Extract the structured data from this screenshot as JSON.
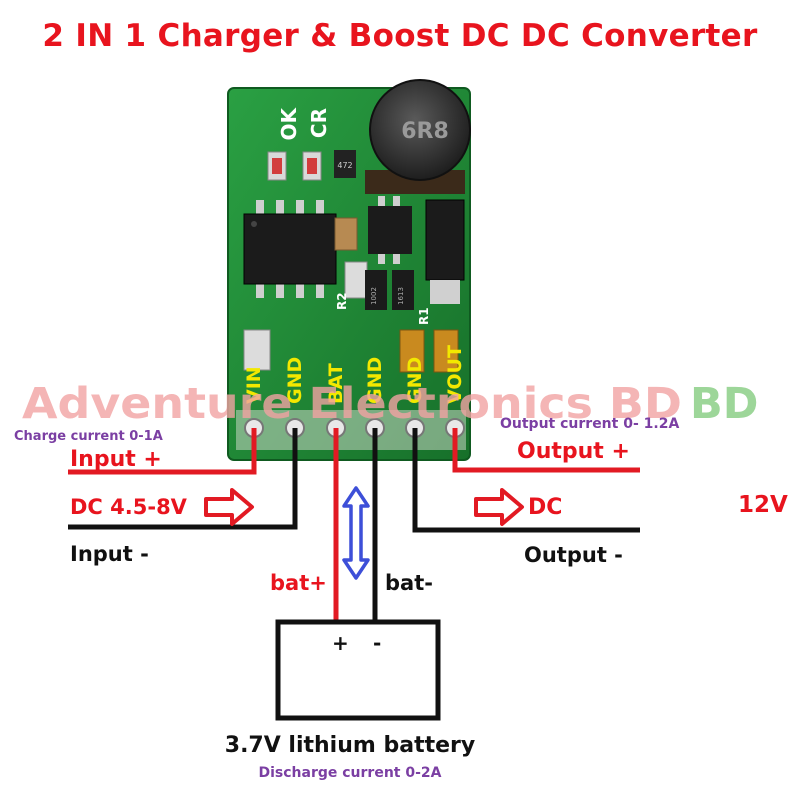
{
  "title": "2 IN 1 Charger & Boost DC DC Converter",
  "watermark": "Adventure Electronics BD",
  "board": {
    "pins": [
      "VIN",
      "GND",
      "BAT",
      "GND",
      "GND",
      "VOUT"
    ],
    "leds": [
      "OK",
      "CR"
    ],
    "inductor_label": "6R8",
    "chip_label": "472",
    "resistor_labels": [
      "R2",
      "R1"
    ],
    "smd_codes": [
      "1002",
      "1613"
    ]
  },
  "left": {
    "charge_current": "Charge current 0-1A",
    "input_plus": "Input +",
    "dc_range": "DC 4.5-8V",
    "input_minus": "Input -"
  },
  "right": {
    "output_current": "Output current 0- 1.2A",
    "output_plus": "Output +",
    "dc": "DC",
    "voltage": "12V",
    "output_minus": "Output -"
  },
  "battery": {
    "plus_wire": "bat+",
    "minus_wire": "bat-",
    "plus_sign": "+",
    "minus_sign": "-",
    "label": "3.7V lithium battery",
    "discharge": "Discharge current 0-2A"
  },
  "colors": {
    "red": "#e8141e",
    "wire_red": "#e21a23",
    "purple": "#7b3fa3",
    "pcb_green": "#1f8a35",
    "pin_yellow": "#f3e800",
    "arrow_blue": "#3d4fd8",
    "watermark_pink": "#f2a3a3",
    "watermark_green": "#8ccf88"
  }
}
